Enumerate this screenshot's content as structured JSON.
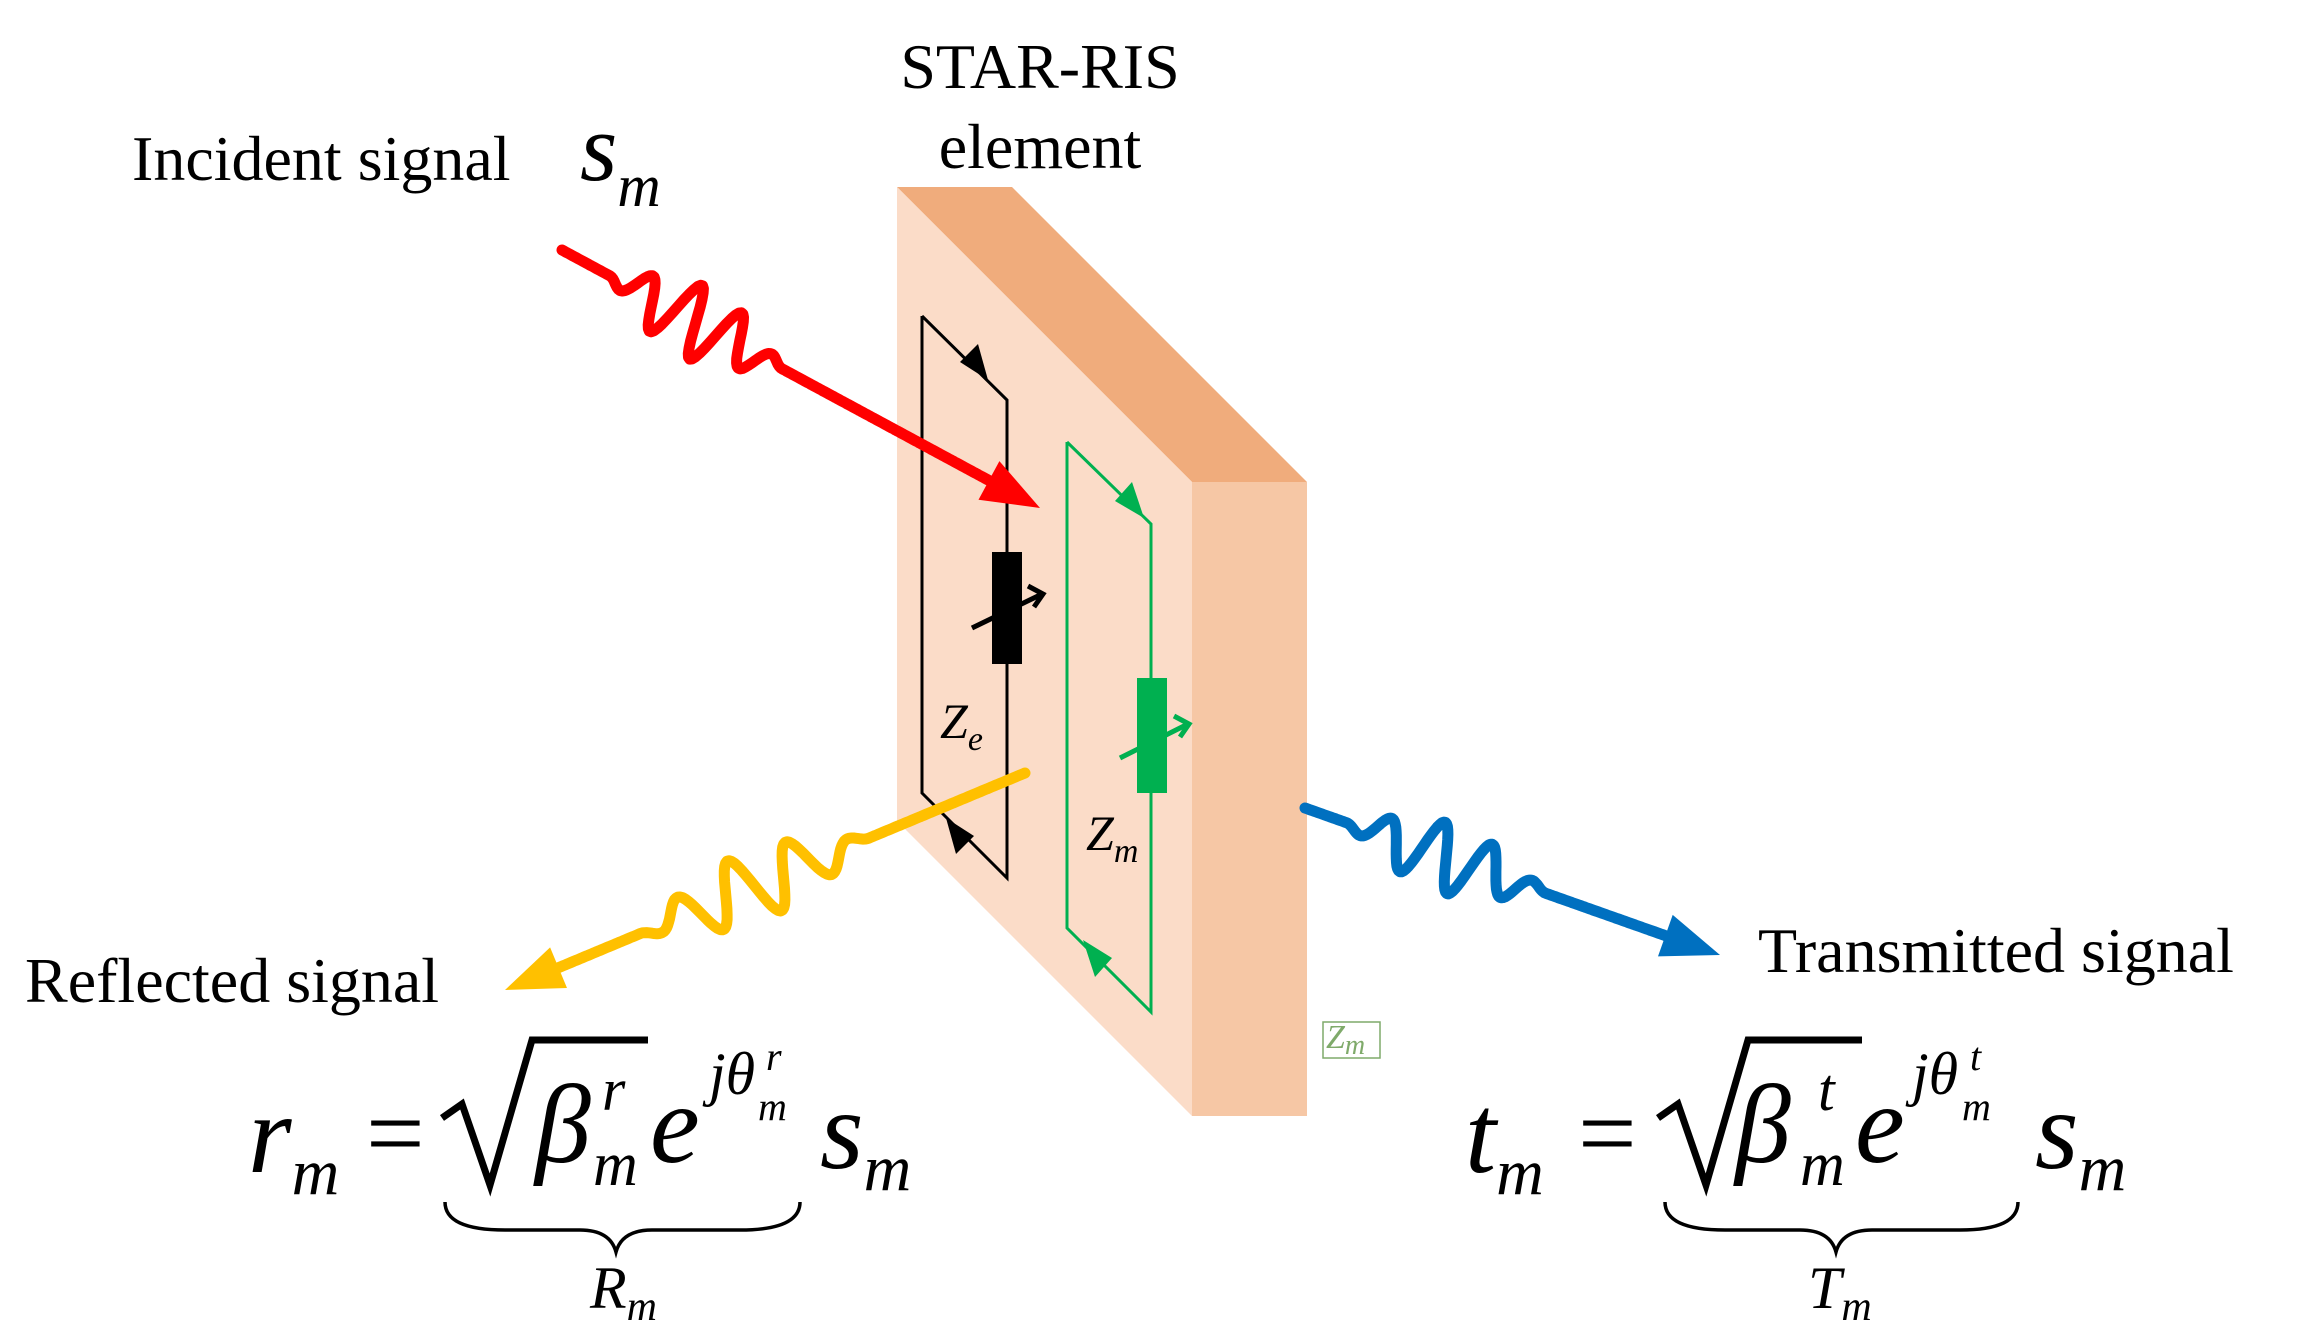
{
  "title": {
    "line1": "STAR-RIS",
    "line2": "element"
  },
  "incident": {
    "label": "Incident signal",
    "sym": "s",
    "sub": "m"
  },
  "reflected": {
    "label": "Reflected signal"
  },
  "transmitted": {
    "label": "Transmitted signal"
  },
  "circuit_labels": {
    "ze": {
      "sym": "Z",
      "sub": "e"
    },
    "zm": {
      "sym": "Z",
      "sub": "m"
    },
    "zm_box": {
      "sym": "Z",
      "sub": "m"
    }
  },
  "eq_reflect": {
    "lhs": "r",
    "lhs_sub": "m",
    "equals": "=",
    "beta": "β",
    "beta_sup": "r",
    "beta_sub": "m",
    "e": "e",
    "exp_j": "j",
    "exp_theta": "θ",
    "exp_sup": "r",
    "exp_sub": "m",
    "s": "s",
    "s_sub": "m",
    "brace": "R",
    "brace_sub": "m"
  },
  "eq_transmit": {
    "lhs": "t",
    "lhs_sub": "m",
    "equals": "=",
    "beta": "β",
    "beta_sup": "t",
    "beta_sub": "m",
    "e": "e",
    "exp_j": "j",
    "exp_theta": "θ",
    "exp_sup": "t",
    "exp_sub": "m",
    "s": "s",
    "s_sub": "m",
    "brace": "T",
    "brace_sub": "m"
  },
  "colors": {
    "incident": "#ff0000",
    "reflected": "#ffc000",
    "transmitted": "#0070c0",
    "magnetic": "#00b050",
    "electric": "#000000",
    "panel_front": "#fbdcc8",
    "panel_side": "#f6c7a5",
    "panel_top": "#f0ac7c"
  }
}
